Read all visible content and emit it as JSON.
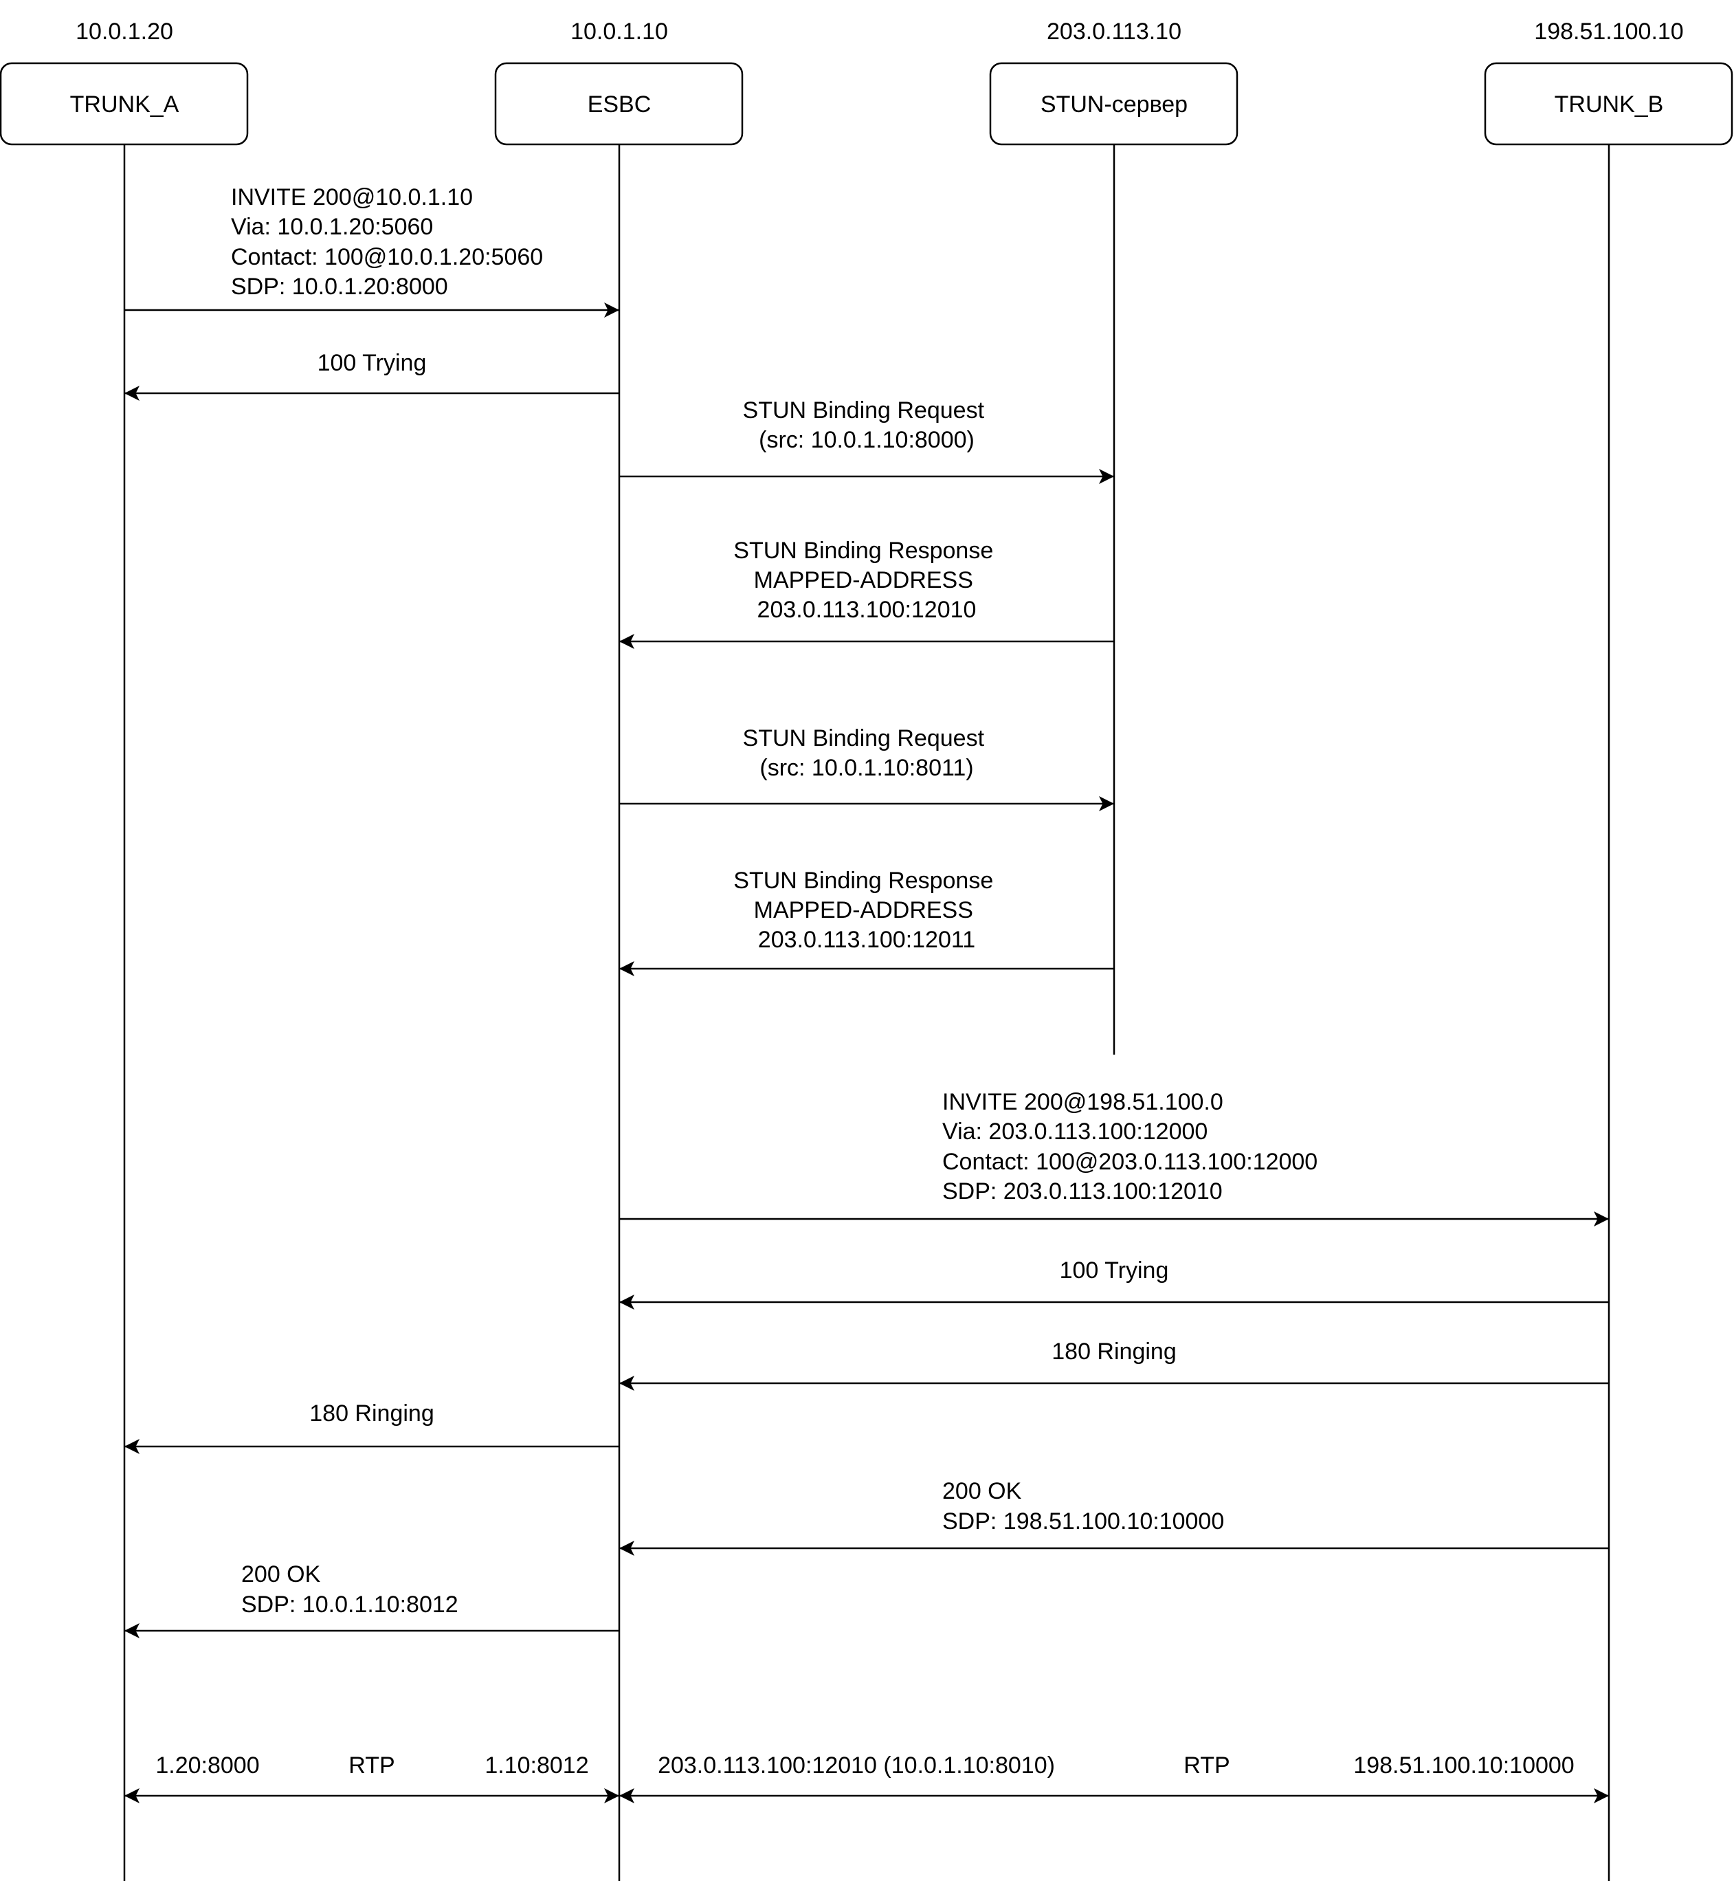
{
  "participants": [
    {
      "id": "a",
      "ip": "10.0.1.20",
      "name": "TRUNK_A"
    },
    {
      "id": "e",
      "ip": "10.0.1.10",
      "name": "ESBC"
    },
    {
      "id": "s",
      "ip": "203.0.113.10",
      "name": "STUN-сервер"
    },
    {
      "id": "b",
      "ip": "198.51.100.10",
      "name": "TRUNK_B"
    }
  ],
  "messages": [
    {
      "from": "a",
      "to": "e",
      "lines": [
        "INVITE 200@10.0.1.10",
        "Via: 10.0.1.20:5060",
        "Contact: 100@10.0.1.20:5060",
        "SDP: 10.0.1.20:8000"
      ]
    },
    {
      "from": "e",
      "to": "a",
      "lines": [
        "100 Trying"
      ]
    },
    {
      "from": "e",
      "to": "s",
      "lines": [
        "STUN Binding Request",
        "(src: 10.0.1.10:8000)"
      ]
    },
    {
      "from": "s",
      "to": "e",
      "lines": [
        "STUN Binding Response",
        "MAPPED-ADDRESS",
        "203.0.113.100:12010"
      ]
    },
    {
      "from": "e",
      "to": "s",
      "lines": [
        "STUN Binding Request",
        "(src: 10.0.1.10:8011)"
      ]
    },
    {
      "from": "s",
      "to": "e",
      "lines": [
        "STUN Binding Response",
        "MAPPED-ADDRESS",
        "203.0.113.100:12011"
      ]
    },
    {
      "from": "e",
      "to": "b",
      "lines": [
        "INVITE 200@198.51.100.0",
        "Via: 203.0.113.100:12000",
        "Contact: 100@203.0.113.100:12000",
        "SDP: 203.0.113.100:12010"
      ]
    },
    {
      "from": "b",
      "to": "e",
      "lines": [
        "100 Trying"
      ]
    },
    {
      "from": "b",
      "to": "e",
      "lines": [
        "180 Ringing"
      ]
    },
    {
      "from": "e",
      "to": "a",
      "lines": [
        "180 Ringing"
      ]
    },
    {
      "from": "b",
      "to": "e",
      "lines": [
        "200 OK",
        "SDP: 198.51.100.10:10000"
      ]
    },
    {
      "from": "e",
      "to": "a",
      "lines": [
        "200 OK",
        "SDP: 10.0.1.10:8012"
      ]
    }
  ],
  "rtp": [
    {
      "from": "a",
      "to": "e",
      "left": "1.20:8000",
      "center": "RTP",
      "right": "1.10:8012"
    },
    {
      "from": "e",
      "to": "b",
      "left": "203.0.113.100:12010 (10.0.1.10:8010)",
      "center": "RTP",
      "right": "198.51.100.10:10000"
    }
  ]
}
